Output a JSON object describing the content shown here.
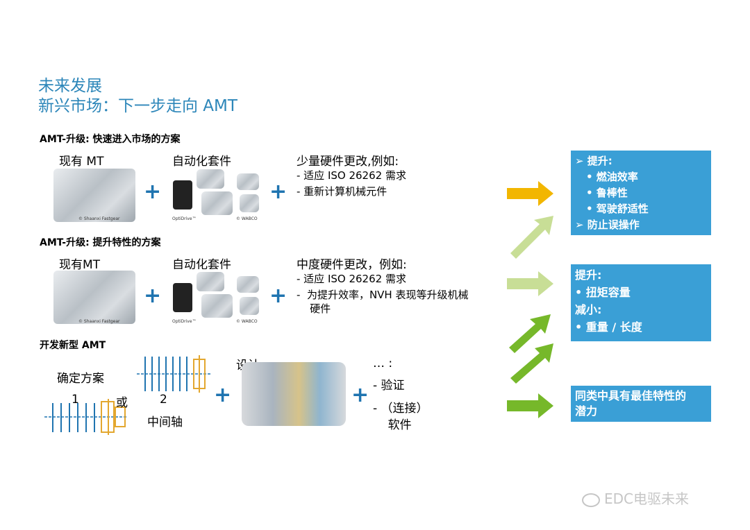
{
  "header": {
    "title_line1": "未来发展",
    "title_line2": "新兴市场：下一步走向 AMT"
  },
  "section1": {
    "heading": "AMT-升级: 快速进入市场的方案",
    "existing_label": "现有 MT",
    "kit_label": "自动化套件",
    "changes_title": "少量硬件更改,例如:",
    "changes": [
      "-  适应 ISO 26262 需求",
      "-  重新计算机械元件"
    ],
    "caption_mt": "© Shaanxi Fastgear",
    "caption_kit1": "OptiDrive™",
    "caption_kit2": "© WABCO"
  },
  "section2": {
    "heading": "AMT-升级: 提升特性的方案",
    "existing_label": "现有MT",
    "kit_label": "自动化套件",
    "changes_title": "中度硬件更改，例如:",
    "changes": [
      "-  适应 ISO 26262 需求",
      "-  为提升效率，NVH 表现等升级机械",
      "    硬件"
    ],
    "caption_mt": "© Shaanxi Fastgear",
    "caption_kit1": "OptiDrive™",
    "caption_kit2": "© WABCO"
  },
  "section3": {
    "heading": "开发新型 AMT",
    "determine": "确定方案",
    "option1": "1",
    "option2": "2",
    "or": "或",
    "countershaft": "中间轴",
    "design": "设计",
    "more": "… :",
    "items": [
      "-  验证",
      "-  （连接）",
      "    软件"
    ]
  },
  "plus_symbol": "+",
  "boxes": {
    "box1": {
      "l1": "➢ 提升:",
      "l2": "•  燃油效率",
      "l3": "•  鲁棒性",
      "l4": "•  驾驶舒适性",
      "l5": "➢ 防止误操作"
    },
    "box2": {
      "l1": "提升:",
      "l2": "•  扭矩容量",
      "l3": "减小:",
      "l4": "•  重量 / 长度"
    },
    "box3": {
      "l1": "同类中具有最佳特性的",
      "l2": "潜力"
    }
  },
  "watermark": "EDC电驱未来",
  "colors": {
    "title": "#2c86b9",
    "plus": "#1f74b0",
    "box": "#3a9fd6",
    "arrow_yellow": "#f2b600",
    "arrow_lightgreen": "#c8de96",
    "arrow_green": "#76b82a"
  }
}
